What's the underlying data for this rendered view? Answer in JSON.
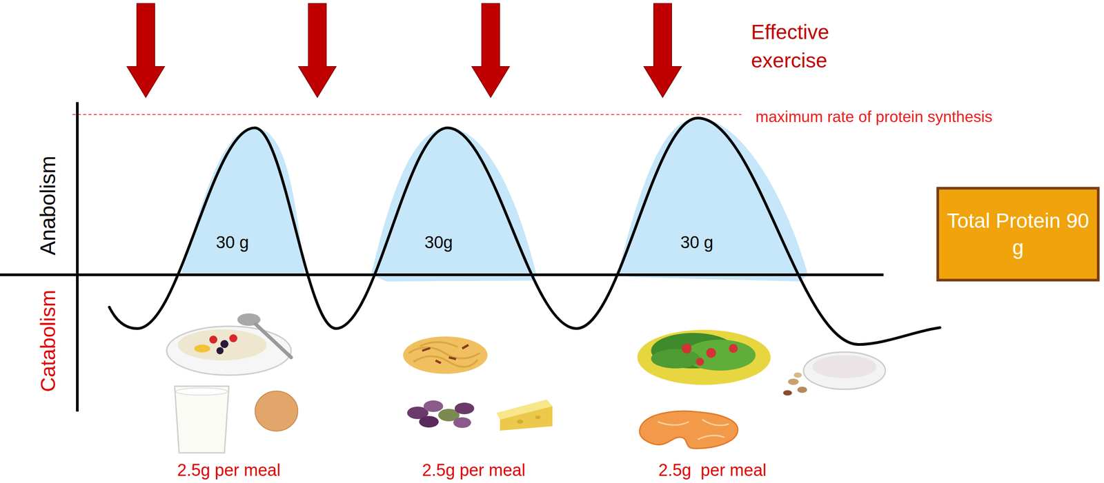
{
  "diagram": {
    "nodes": [
      {
        "text": [
          "30 g"
        ]
      },
      {
        "text": [
          "30g"
        ]
      },
      {
        "text": [
          "30 g"
        ]
      },
      {
        "text": [
          "Total Protein 90 g"
        ]
      }
    ],
    "labels": [
      "Effective exercise",
      "maximum rate of protein synthesis",
      "Anabolism",
      "Catabolism",
      "2.5g per meal",
      "2.5g per meal",
      "2.5g  per meal"
    ]
  }
}
